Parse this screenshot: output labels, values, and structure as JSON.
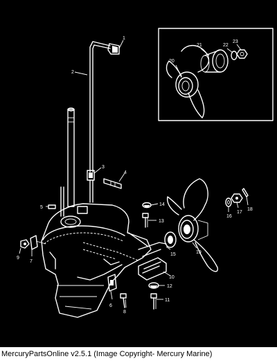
{
  "diagram": {
    "callouts": [
      "1",
      "2",
      "3",
      "4",
      "5",
      "6",
      "7",
      "8",
      "9",
      "10",
      "11",
      "12",
      "13",
      "14",
      "15",
      "16",
      "17",
      "18",
      "19",
      "20",
      "21",
      "22",
      "23"
    ]
  },
  "footer": {
    "text": "MercuryPartsOnline v2.5.1 (Image Copyright- Mercury Marine)"
  },
  "colors": {
    "background": "#000000",
    "linework": "#ffffff",
    "footer_background": "#ffffff",
    "footer_text": "#000000"
  }
}
